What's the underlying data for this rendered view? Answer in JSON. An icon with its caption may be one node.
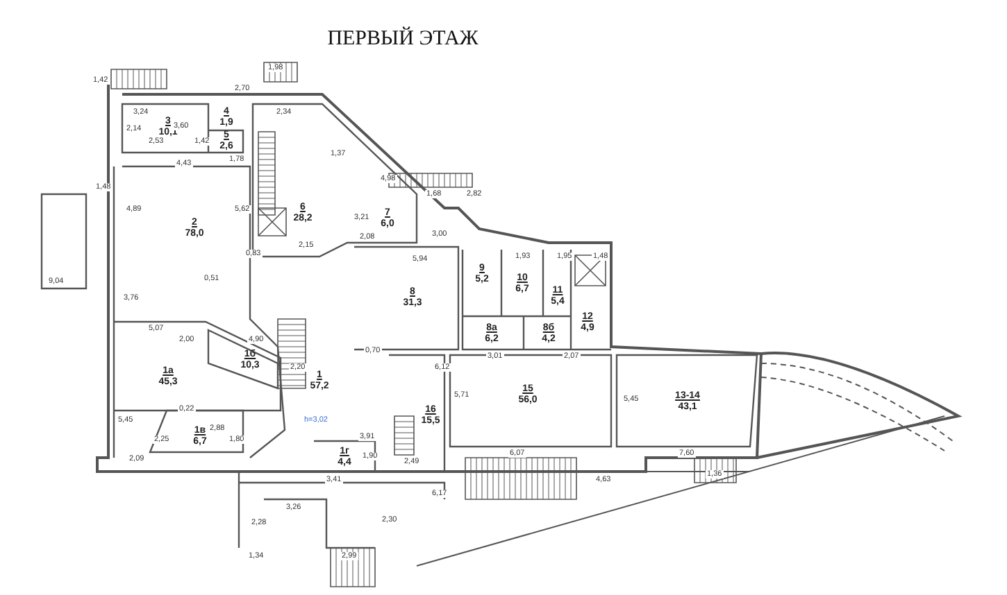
{
  "diagram": {
    "title": "ПЕРВЫЙ ЭТАЖ",
    "nodes": [
      {
        "text": [
          "3",
          "10,1"
        ]
      },
      {
        "text": [
          "4",
          "1,9"
        ]
      },
      {
        "text": [
          "5",
          "2,6"
        ]
      },
      {
        "text": [
          "2",
          "78,0"
        ]
      },
      {
        "text": [
          "6",
          "28,2"
        ]
      },
      {
        "text": [
          "7",
          "6,0"
        ]
      },
      {
        "text": [
          "8",
          "31,3"
        ]
      },
      {
        "text": [
          "9",
          "5,2"
        ]
      },
      {
        "text": [
          "10",
          "6,7"
        ]
      },
      {
        "text": [
          "11",
          "5,4"
        ]
      },
      {
        "text": [
          "12",
          "4,9"
        ]
      },
      {
        "text": [
          "8а",
          "6,2"
        ]
      },
      {
        "text": [
          "8б",
          "4,2"
        ]
      },
      {
        "text": [
          "1а",
          "45,3"
        ]
      },
      {
        "text": [
          "1б",
          "10,3"
        ]
      },
      {
        "text": [
          "1",
          "57,2"
        ]
      },
      {
        "text": [
          "1в",
          "6,7"
        ]
      },
      {
        "text": [
          "1г",
          "4,4"
        ]
      },
      {
        "text": [
          "16",
          "15,5"
        ]
      },
      {
        "text": [
          "15",
          "56,0"
        ]
      },
      {
        "text": [
          "13-14",
          "43,1"
        ]
      }
    ],
    "labels": [
      "1,42",
      "1,98",
      "2,70",
      "3,24",
      "2,34",
      "2,14",
      "3,60",
      "2,53",
      "1,42",
      "1,78",
      "4,43",
      "1,37",
      "4,98",
      "1,68",
      "2,82",
      "1,48",
      "4,89",
      "5,62",
      "2,15",
      "3,21",
      "2,08",
      "3,00",
      "5,94",
      "1,93",
      "1,95",
      "1,48",
      "9,04",
      "3,76",
      "0,83",
      "0,51",
      "5,07",
      "2,00",
      "4,90",
      "2,20",
      "5,45",
      "0,22",
      "2,88",
      "2,25",
      "2,09",
      "1,80",
      "h=3,02",
      "3,91",
      "3,41",
      "1,90",
      "2,49",
      "6,12",
      "5,71",
      "0,70",
      "3,01",
      "2,07",
      "6,07",
      "5,45",
      "7,60",
      "1,36",
      "4,63",
      "6,17",
      "3,26",
      "2,28",
      "2,30",
      "1,34",
      "2,99"
    ]
  }
}
